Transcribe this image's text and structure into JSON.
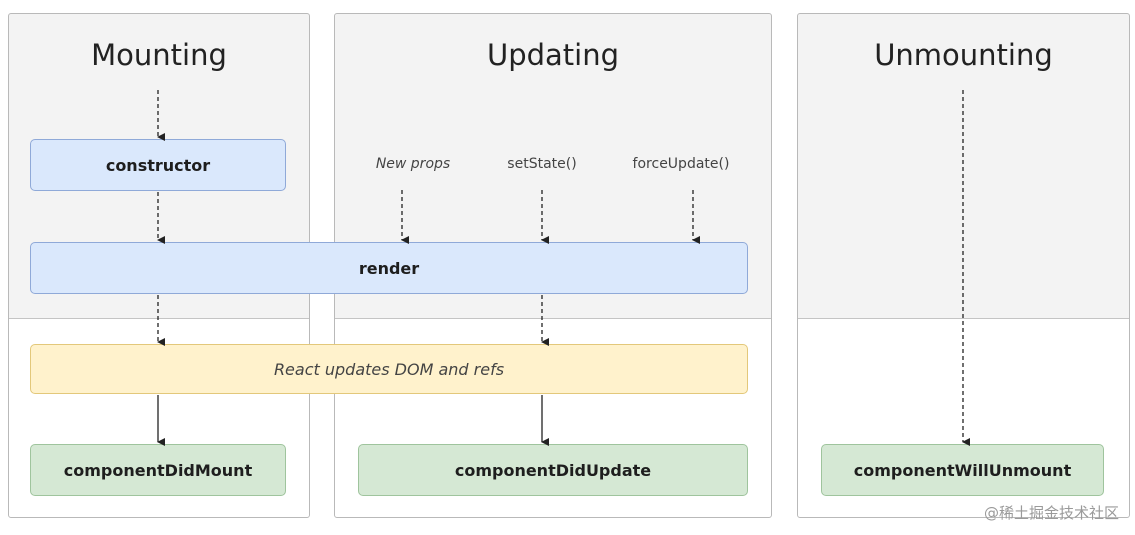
{
  "columns": {
    "mounting": {
      "title": "Mounting"
    },
    "updating": {
      "title": "Updating"
    },
    "unmounting": {
      "title": "Unmounting"
    }
  },
  "boxes": {
    "constructor": "constructor",
    "render": "render",
    "dom_update": "React updates DOM and refs",
    "did_mount": "componentDidMount",
    "did_update": "componentDidUpdate",
    "will_unmount": "componentWillUnmount"
  },
  "triggers": {
    "new_props": "New props",
    "set_state": "setState()",
    "force_update": "forceUpdate()"
  },
  "watermark": "@稀土掘金技术社区",
  "colors": {
    "phase_box_fill": "#dae8fc",
    "commit_box_fill": "#fff2cc",
    "lifecycle_done_fill": "#d5e8d4",
    "upper_background": "#f3f3f3"
  }
}
